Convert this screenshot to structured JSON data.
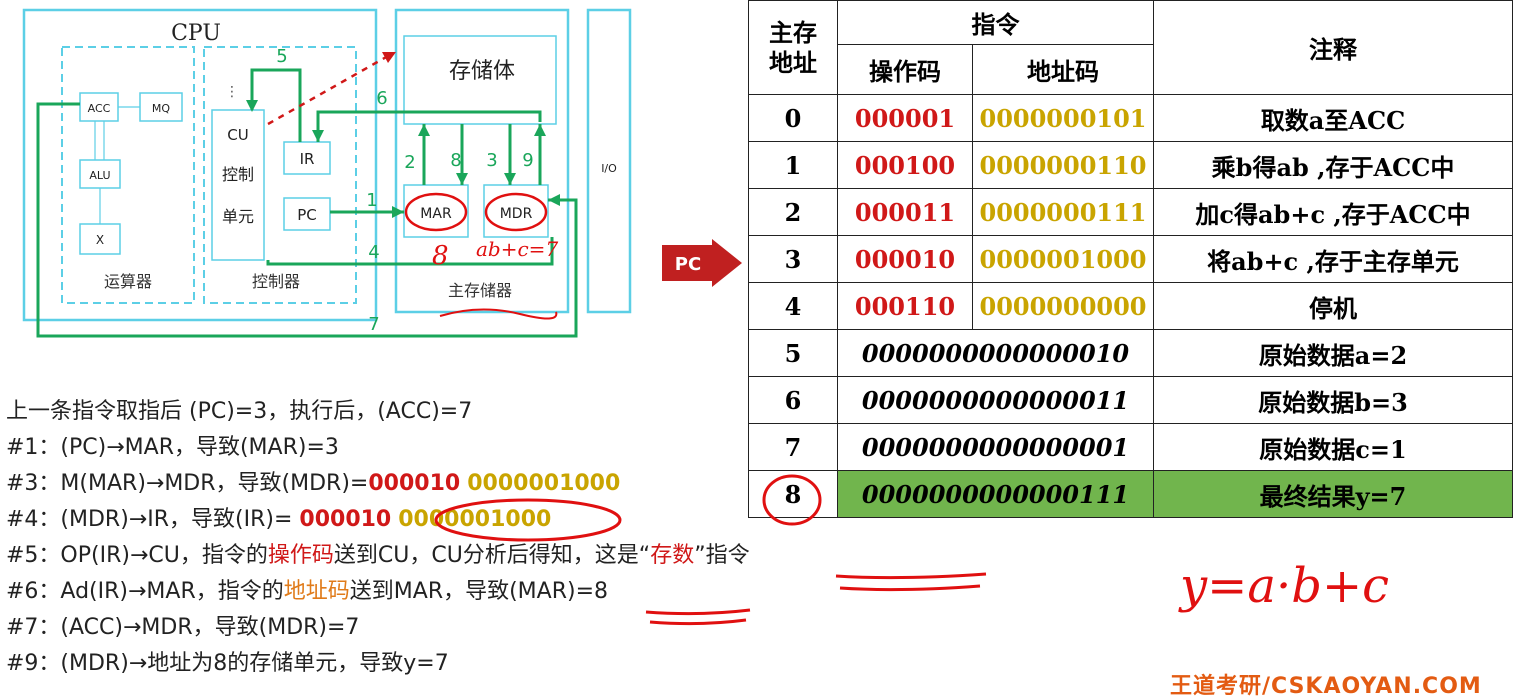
{
  "diagram": {
    "cpu_title": "CPU",
    "acc": "ACC",
    "mq": "MQ",
    "alu": "ALU",
    "x": "X",
    "alu_unit": "运算器",
    "cu": "CU",
    "ctrl_1": "控制",
    "ctrl_2": "单元",
    "ir": "IR",
    "pc": "PC",
    "ctrl_unit": "控制器",
    "storage": "存储体",
    "mar": "MAR",
    "mdr": "MDR",
    "main_memory": "主存储器",
    "io": "I/O",
    "dots": "⋮",
    "step_labels": [
      "1",
      "2",
      "3",
      "4",
      "5",
      "6",
      "7",
      "8",
      "9"
    ],
    "annot_8": "8",
    "annot_mdr": "ab+c=7"
  },
  "table": {
    "headers": {
      "address": "主存\n地址",
      "instruction": "指令",
      "opcode": "操作码",
      "addrcode": "地址码",
      "note": "注释"
    },
    "rows": [
      {
        "addr": "0",
        "opcode": "000001",
        "addrcode": "0000000101",
        "note": "取数a至ACC"
      },
      {
        "addr": "1",
        "opcode": "000100",
        "addrcode": "0000000110",
        "note": "乘b得ab ,存于ACC中"
      },
      {
        "addr": "2",
        "opcode": "000011",
        "addrcode": "0000000111",
        "note": "加c得ab+c ,存于ACC中"
      },
      {
        "addr": "3",
        "opcode": "000010",
        "addrcode": "0000001000",
        "note": "将ab+c ,存于主存单元"
      },
      {
        "addr": "4",
        "opcode": "000110",
        "addrcode": "0000000000",
        "note": "停机"
      },
      {
        "addr": "5",
        "data": "0000000000000010",
        "note": "原始数据a=2"
      },
      {
        "addr": "6",
        "data": "0000000000000011",
        "note": "原始数据b=3"
      },
      {
        "addr": "7",
        "data": "0000000000000001",
        "note": "原始数据c=1"
      },
      {
        "addr": "8",
        "data": "0000000000000111",
        "note": "最终结果y=7"
      }
    ]
  },
  "pc_tag": "PC",
  "steps": {
    "intro": "上一条指令取指后 (PC)=3，执行后，(ACC)=7",
    "s1": "#1：(PC)→MAR，导致(MAR)=3",
    "s3_a": "#3：M(MAR)→MDR，导致(MDR)=",
    "s3_op": "000010",
    "s3_sp": " ",
    "s3_ad": "0000001000",
    "s4_a": "#4：(MDR)→IR，导致(IR)= ",
    "s4_op": "000010",
    "s4_sp": " ",
    "s4_ad": "0000001000",
    "s5_a": "#5：OP(IR)→CU，指令的",
    "s5_op": "操作码",
    "s5_b": "送到CU，CU分析后得知，这是“",
    "s5_c": "存数",
    "s5_d": "”指令",
    "s6_a": "#6：Ad(IR)→MAR，指令的",
    "s6_ad": "地址码",
    "s6_b": "送到MAR，导致(MAR)=8",
    "s7": "#7：(ACC)→MDR，导致(MDR)=7",
    "s9": "#9：(MDR)→地址为8的存储单元，导致y=7"
  },
  "formula": "y=a·b+c",
  "watermark": "王道考研/CSKAOYAN.COM",
  "colors": {
    "cyan": "#5ccfe6",
    "green": "#1aa65a",
    "red": "#d01818",
    "gold": "#c9a400",
    "orange": "#e07b1a",
    "final_bg": "#71b54d"
  }
}
